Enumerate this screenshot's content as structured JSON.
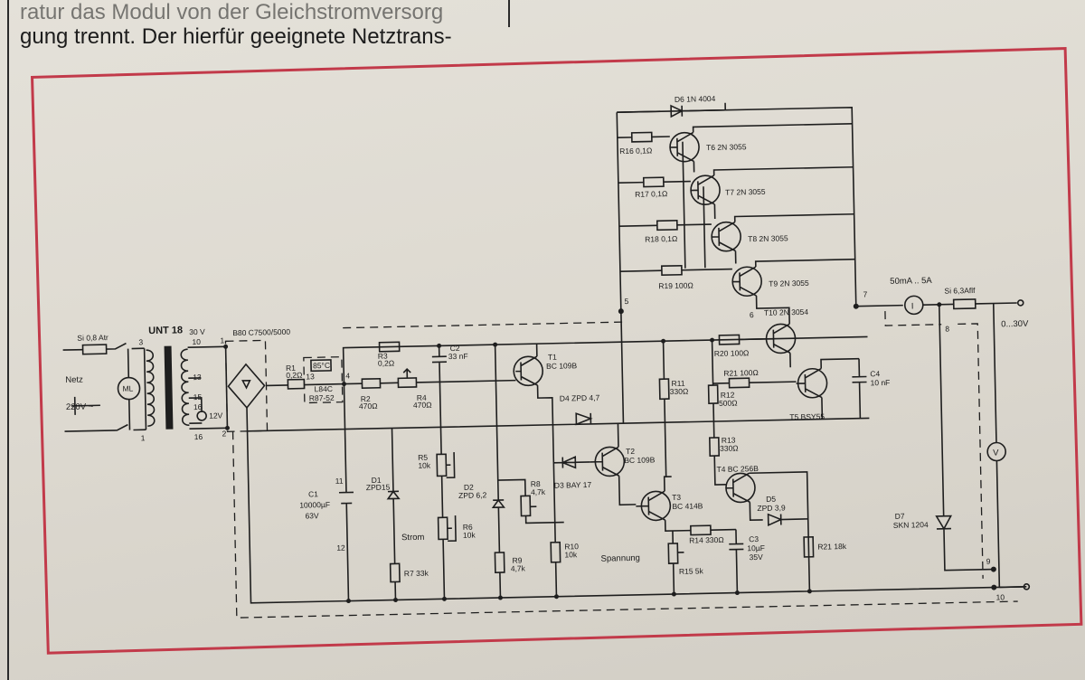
{
  "header": {
    "line1": "ratur das Modul von der Gleichstromversorg",
    "line2": "gung trennt. Der hierfür geeignete Netztrans-"
  },
  "schematic": {
    "mains": {
      "fuse": "Si 0,8 Atr",
      "label": "Netz",
      "voltage": "220V ~",
      "motor": "ML"
    },
    "transformer": {
      "name": "UNT 18",
      "sec": "30 V",
      "lamp": "12V",
      "pins": [
        "3",
        "1",
        "10",
        "13",
        "15",
        "16",
        "16"
      ]
    },
    "rectifier": "B80 C7500/5000",
    "nodes": [
      "1",
      "2",
      "3",
      "4",
      "5",
      "6",
      "7",
      "8",
      "9",
      "10",
      "11",
      "12",
      "13"
    ],
    "thermal": {
      "temp": "85°C",
      "name": "L84C",
      "type": "R87-52"
    },
    "r1": "R1",
    "r1v": "0,2Ω",
    "r2": "R2",
    "r2v": "470Ω",
    "r3": "R3",
    "r3v": "0,2Ω",
    "r4": "R4",
    "r4v": "470Ω",
    "r5": "R5",
    "r5v": "10k",
    "r6": "R6",
    "r6v": "10k",
    "r7": "R7 33k",
    "r8": "R8",
    "r8v": "4,7k",
    "r9": "R9",
    "r9v": "4,7k",
    "r10": "R10",
    "r10v": "10k",
    "r11": "R11",
    "r11v": "330Ω",
    "r12": "R12",
    "r12v": "500Ω",
    "r13": "R13",
    "r13v": "330Ω",
    "r14": "R14 330Ω",
    "r15": "R15 5k",
    "r16": "R16 0,1Ω",
    "r17": "R17 0,1Ω",
    "r18": "R18 0,1Ω",
    "r19": "R19 100Ω",
    "r20": "R20 100Ω",
    "r21a": "R21 100Ω",
    "r21b": "R21 18k",
    "c1": "C1",
    "c1v": "10000µF",
    "c1v2": "63V",
    "c2": "C2",
    "c2v": "33 nF",
    "c3": "C3",
    "c3v": "10µF",
    "c3v2": "35V",
    "c4": "C4",
    "c4v": "10 nF",
    "d1": "D1",
    "d1v": "ZPD15",
    "d2": "D2",
    "d2v": "ZPD 6,2",
    "d3": "D3 BAY 17",
    "d4": "D4  ZPD 4,7",
    "d5": "D5",
    "d5v": "ZPD 3,9",
    "d6": "D6 1N 4004",
    "d7": "D7",
    "d7v": "SKN 1204",
    "t1": "T1",
    "t1v": "BC 109B",
    "t2": "T2",
    "t2v": "BC 109B",
    "t3": "T3",
    "t3v": "BC 414B",
    "t4": "T4 BC 256B",
    "t5": "T5 BSY55",
    "t6": "T6  2N 3055",
    "t7": "T7 2N 3055",
    "t8": "T8  2N 3055",
    "t9": "T9  2N 3055",
    "t10": "T10 2N 3054",
    "strom": "Strom",
    "spannung": "Spannung",
    "range": "50mA  ..  5A",
    "outfuse": "Si 6,3Aflf",
    "outv": "0...30V",
    "ammeter": "I",
    "voltmeter": "V"
  }
}
